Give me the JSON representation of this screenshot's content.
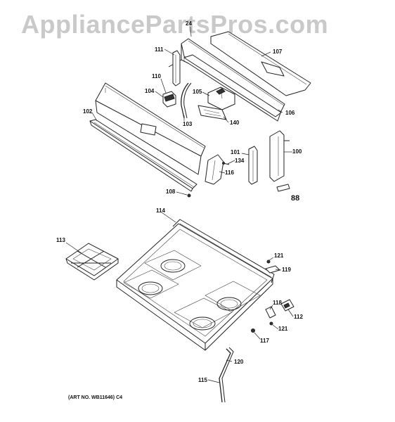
{
  "watermark": "AppliancePartsPros.com",
  "art_number": "(ART NO. WB11646) C4",
  "callouts": [
    {
      "label": "24"
    },
    {
      "label": "111"
    },
    {
      "label": "107"
    },
    {
      "label": "110"
    },
    {
      "label": "104"
    },
    {
      "label": "105"
    },
    {
      "label": "106"
    },
    {
      "label": "102"
    },
    {
      "label": "103"
    },
    {
      "label": "140"
    },
    {
      "label": "101"
    },
    {
      "label": "134"
    },
    {
      "label": "100"
    },
    {
      "label": "116"
    },
    {
      "label": "108"
    },
    {
      "label": "88"
    },
    {
      "label": "114"
    },
    {
      "label": "113"
    },
    {
      "label": "121"
    },
    {
      "label": "119"
    },
    {
      "label": "118"
    },
    {
      "label": "112"
    },
    {
      "label": "121"
    },
    {
      "label": "117"
    },
    {
      "label": "120"
    },
    {
      "label": "115"
    }
  ]
}
